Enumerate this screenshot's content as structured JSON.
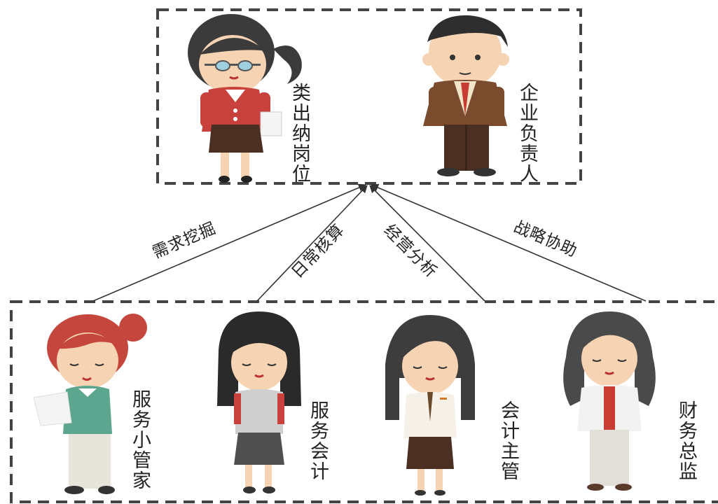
{
  "top_group": {
    "roles": [
      "类出纳岗位",
      "企业负责人"
    ]
  },
  "bottom_group": {
    "roles": [
      "服务小管家",
      "服务会计",
      "会计主管",
      "财务总监"
    ]
  },
  "edges": [
    "需求挖掘",
    "日常核算",
    "经营分析",
    "战略协助"
  ]
}
